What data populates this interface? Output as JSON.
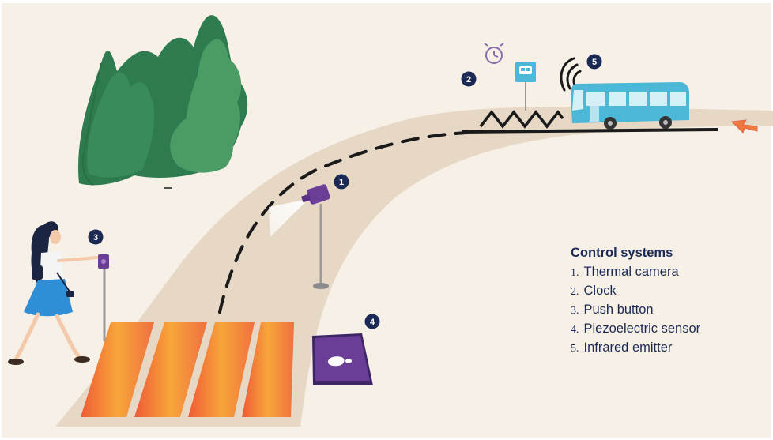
{
  "legend": {
    "title": "Control systems",
    "items": [
      {
        "num": "1.",
        "label": "Thermal camera"
      },
      {
        "num": "2.",
        "label": "Clock"
      },
      {
        "num": "3.",
        "label": "Push button"
      },
      {
        "num": "4.",
        "label": "Piezoelectric sensor"
      },
      {
        "num": "5.",
        "label": "Infrared emitter"
      }
    ]
  },
  "markers": {
    "camera": "1",
    "clock": "2",
    "button": "3",
    "sensor": "4",
    "emitter": "5"
  },
  "colors": {
    "background": "#f7f0e6",
    "road": "#e8d9c8",
    "marker": "#1b2a55",
    "device": "#6a3e96",
    "bus": "#4cb8d8",
    "crosswalk_start": "#f06a3a",
    "crosswalk_end": "#f7a23a",
    "tree_dark": "#2c7a4e",
    "tree_light": "#4a9b64"
  }
}
